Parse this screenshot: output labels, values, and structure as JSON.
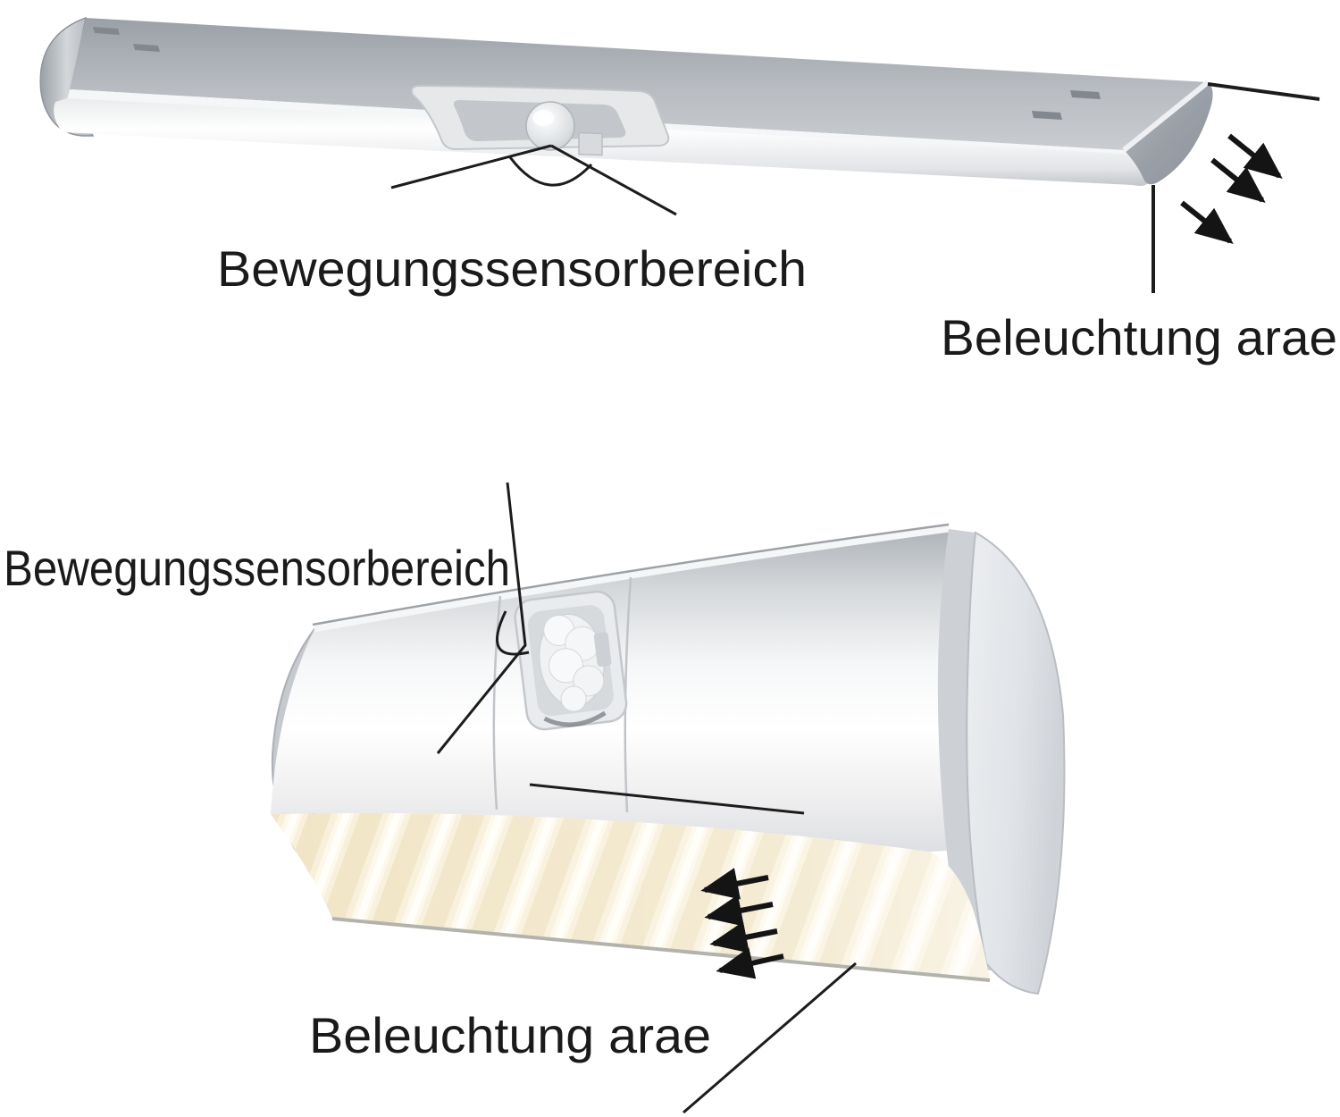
{
  "diagram": {
    "background": "#ffffff",
    "views": {
      "top": {
        "sensor_label": "Bewegungssensorbereich",
        "lighting_label": "Beleuchtung arae",
        "light_direction_arrow_count": 3
      },
      "bottom": {
        "sensor_label": "Bewegungssensorbereich",
        "lighting_label": "Beleuchtung arae",
        "light_direction_arrow_count": 4
      }
    },
    "colors": {
      "annotation_line": "#1c1c1c",
      "text": "#1a1a1a",
      "metal_gray": "#a9aeb4",
      "body_white": "#ffffff",
      "cap_gray": "#d9dce0",
      "warm_light": "#f2e6c9"
    }
  }
}
